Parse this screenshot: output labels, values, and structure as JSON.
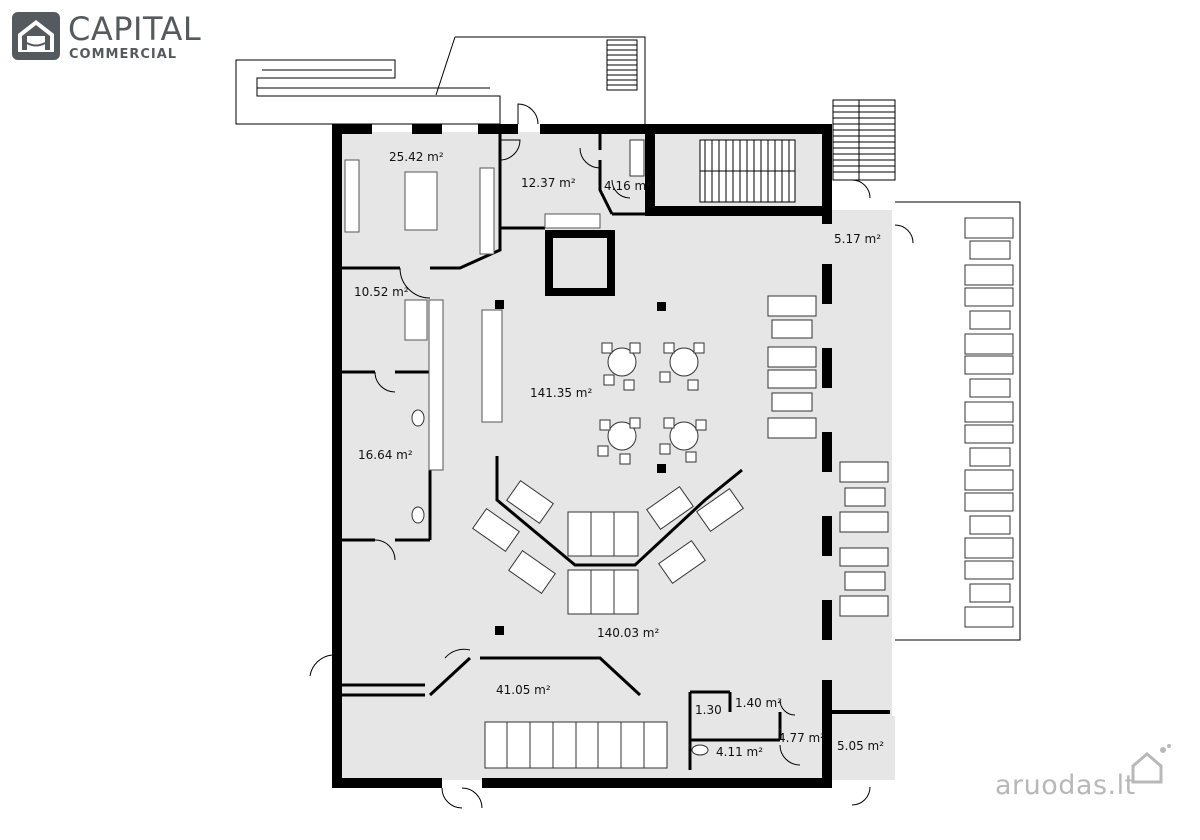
{
  "brand": {
    "name": "CAPITAL",
    "tagline": "COMMERCIAL",
    "color": "#555a5e"
  },
  "watermark": {
    "text": "aruodas.lt",
    "icon": "house-icon",
    "color": "#b8b8b8"
  },
  "colors": {
    "wall": "#000000",
    "floor": "#e6e6e6",
    "outside": "#ffffff"
  },
  "rooms": [
    {
      "id": "kitchen",
      "label": "25.42 m²"
    },
    {
      "id": "office",
      "label": "12.37 m²"
    },
    {
      "id": "storage-small",
      "label": "4.16 m²"
    },
    {
      "id": "vestibule",
      "label": "5.17 m²"
    },
    {
      "id": "corridor",
      "label": "10.52 m²"
    },
    {
      "id": "restroom",
      "label": "16.64 m²"
    },
    {
      "id": "dining-hall",
      "label": "141.35 m²"
    },
    {
      "id": "main-hall",
      "label": "140.03 m²"
    },
    {
      "id": "bar-area",
      "label": "41.05 m²"
    },
    {
      "id": "closet-a",
      "label": "1.30"
    },
    {
      "id": "closet-b",
      "label": "1.40 m²"
    },
    {
      "id": "wc",
      "label": "4.11 m²"
    },
    {
      "id": "hall-small",
      "label": "4.77 m²"
    },
    {
      "id": "entrance",
      "label": "5.05 m²"
    }
  ]
}
